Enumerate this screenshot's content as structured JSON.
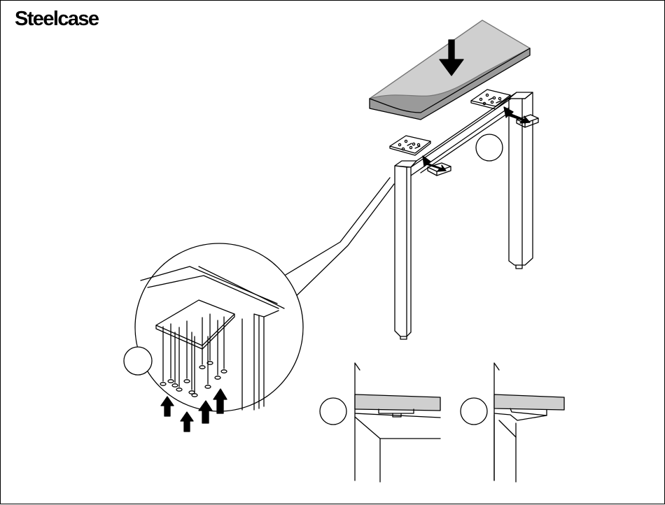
{
  "document": {
    "brand_name": "Steelcase",
    "subject": "desk-assembly-instruction",
    "colors": {
      "line": "#000000",
      "top_fill": "#cfcfcf",
      "top_edge": "#9a9a9a",
      "background": "#ffffff"
    },
    "icons": [
      "down-arrow-icon",
      "up-arrow-icon",
      "insert-arrow-icon",
      "detail-callout-circle"
    ]
  }
}
